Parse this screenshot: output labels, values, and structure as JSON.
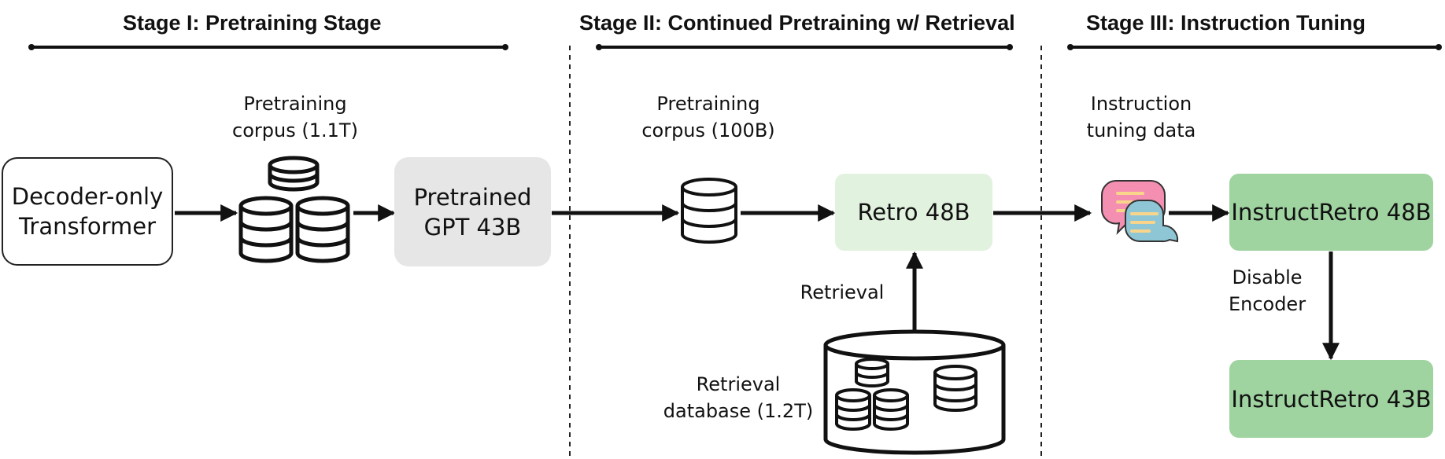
{
  "stages": {
    "s1": "Stage I: Pretraining Stage",
    "s2": "Stage II: Continued Pretraining w/ Retrieval",
    "s3": "Stage III: Instruction Tuning"
  },
  "labels": {
    "corpus1_l1": "Pretraining",
    "corpus1_l2": "corpus (1.1T)",
    "corpus2_l1": "Pretraining",
    "corpus2_l2": "corpus (100B)",
    "inst_l1": "Instruction",
    "inst_l2": "tuning data",
    "retrieval": "Retrieval",
    "db_l1": "Retrieval",
    "db_l2": "database (1.2T)",
    "disable_l1": "Disable",
    "disable_l2": "Encoder"
  },
  "boxes": {
    "decoder_l1": "Decoder-only",
    "decoder_l2": "Transformer",
    "gpt_l1": "Pretrained",
    "gpt_l2": "GPT 43B",
    "retro48": "Retro 48B",
    "instructretro48": "InstructRetro 48B",
    "instructretro43": "InstructRetro 43B"
  },
  "colors": {
    "gpt_box": "#e6e6e6",
    "retro_box": "#e1f2de",
    "instructretro_box": "#9fd3a0",
    "chat_pink": "#f48fb1",
    "chat_blue": "#8fc6d6"
  },
  "icons": {
    "corpus1": "database-stack-icon",
    "corpus2": "database-icon",
    "retrieval_db": "database-cylinder-icon",
    "instruction_data": "chat-bubbles-icon"
  }
}
